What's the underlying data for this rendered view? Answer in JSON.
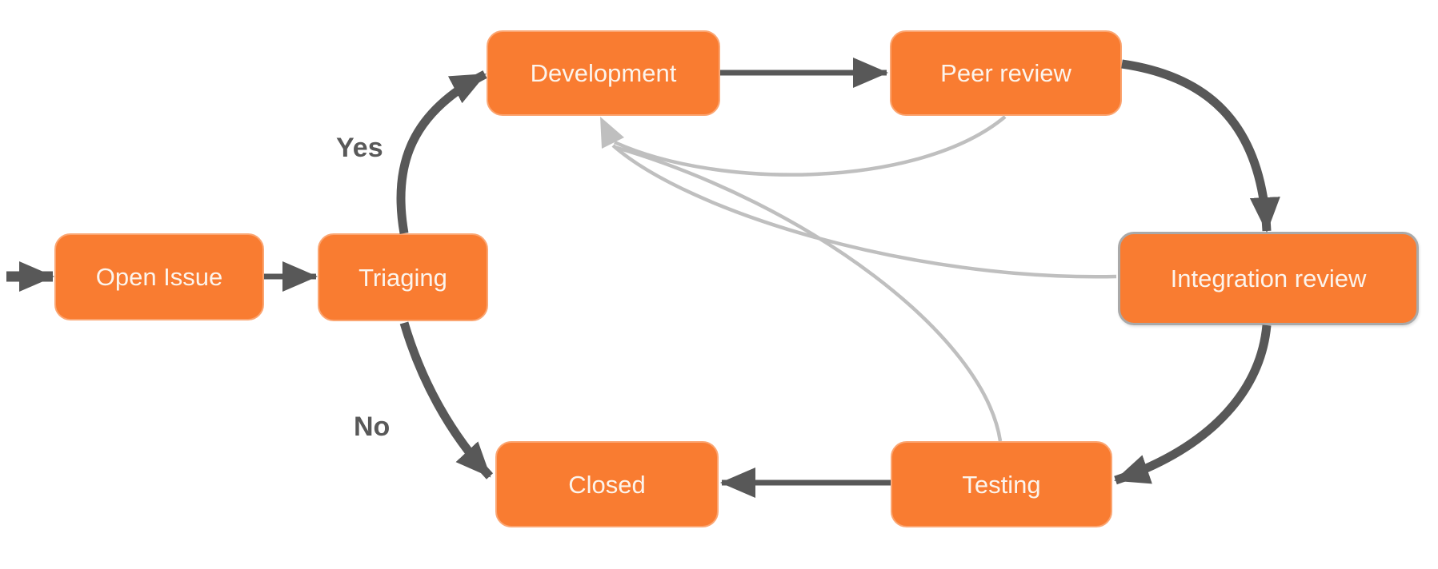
{
  "diagram": {
    "type": "flowchart",
    "background": "#ffffff",
    "colors": {
      "node_fill": "#f97c31",
      "node_border": "#fba571",
      "node_text": "#fcf4ec",
      "edge_dark": "#585858",
      "edge_light": "#bfbfbf",
      "decision_label_text": "#595959",
      "highlighted_node_border": "#a9a9a9"
    },
    "nodes": [
      {
        "id": "open-issue",
        "label": "Open Issue"
      },
      {
        "id": "triaging",
        "label": "Triaging"
      },
      {
        "id": "development",
        "label": "Development"
      },
      {
        "id": "peer-review",
        "label": "Peer review"
      },
      {
        "id": "integration-review",
        "label": "Integration review",
        "highlighted": true
      },
      {
        "id": "testing",
        "label": "Testing"
      },
      {
        "id": "closed",
        "label": "Closed"
      }
    ],
    "decision_labels": {
      "yes": "Yes",
      "no": "No"
    },
    "edges": [
      {
        "from": "start",
        "to": "open-issue",
        "style": "dark",
        "label": ""
      },
      {
        "from": "open-issue",
        "to": "triaging",
        "style": "dark",
        "label": ""
      },
      {
        "from": "triaging",
        "to": "development",
        "style": "dark",
        "label": "Yes"
      },
      {
        "from": "triaging",
        "to": "closed",
        "style": "dark",
        "label": "No"
      },
      {
        "from": "development",
        "to": "peer-review",
        "style": "dark",
        "label": ""
      },
      {
        "from": "peer-review",
        "to": "integration-review",
        "style": "dark",
        "label": ""
      },
      {
        "from": "integration-review",
        "to": "testing",
        "style": "dark",
        "label": ""
      },
      {
        "from": "testing",
        "to": "closed",
        "style": "dark",
        "label": ""
      },
      {
        "from": "peer-review",
        "to": "development",
        "style": "light",
        "label": ""
      },
      {
        "from": "integration-review",
        "to": "development",
        "style": "light",
        "label": ""
      },
      {
        "from": "testing",
        "to": "development",
        "style": "light",
        "label": ""
      }
    ]
  }
}
